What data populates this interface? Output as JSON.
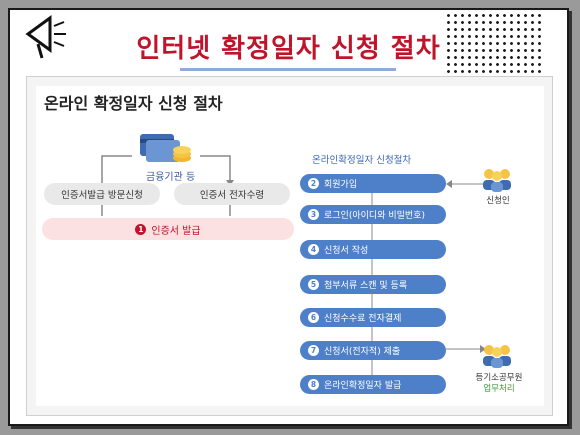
{
  "slide": {
    "title": "인터넷 확정일자 신청 절차"
  },
  "card": {
    "title": "온라인 확정일자 신청 절차",
    "bank_label": "금융기관 등",
    "left_pill": "인증서발급 방문신청",
    "right_pill": "인증서 전자수령",
    "issue_pill": {
      "num": "1",
      "label": "인증서 발급"
    }
  },
  "flow": {
    "title": "온라인확정일자 신청절차",
    "steps": [
      {
        "num": "2",
        "label": "회원가입"
      },
      {
        "num": "3",
        "label": "로그인(아이디와 비밀번호)"
      },
      {
        "num": "4",
        "label": "신청서 작성"
      },
      {
        "num": "5",
        "label": "첨부서류 스캔 및 등록"
      },
      {
        "num": "6",
        "label": "신청수수료 전자결제"
      },
      {
        "num": "7",
        "label": "신청서(전자적) 제출"
      },
      {
        "num": "8",
        "label": "온라인확정일자 발급"
      }
    ],
    "applicant_label": "신청인",
    "officer_label": "등기소공무원",
    "officer_task": "업무처리"
  },
  "colors": {
    "title_red": "#c0142b",
    "step_blue": "#4e7fc9",
    "pink": "#fbe1e2"
  }
}
